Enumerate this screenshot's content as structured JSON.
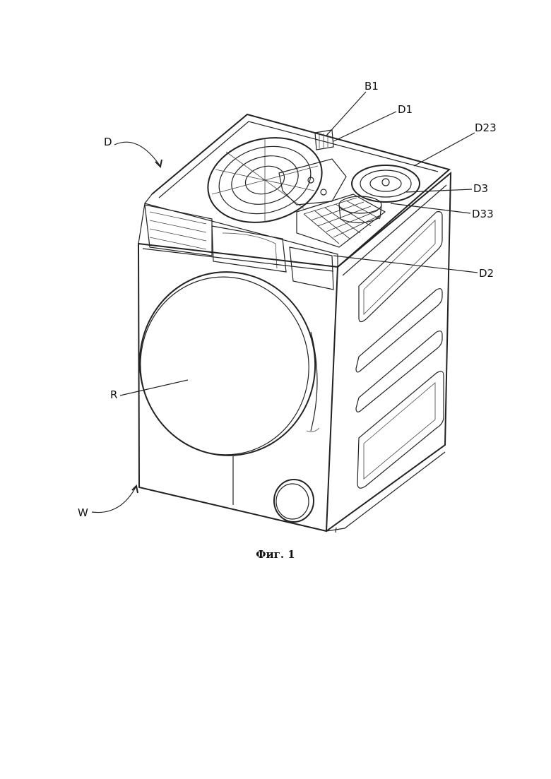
{
  "figure": {
    "caption": "Фиг. 1",
    "labels": {
      "B1": "B1",
      "D1": "D1",
      "D23": "D23",
      "D": "D",
      "D3": "D3",
      "D33": "D33",
      "D2": "D2",
      "R": "R",
      "W": "W"
    }
  },
  "colors": {
    "line": "#222222",
    "background": "#ffffff"
  }
}
